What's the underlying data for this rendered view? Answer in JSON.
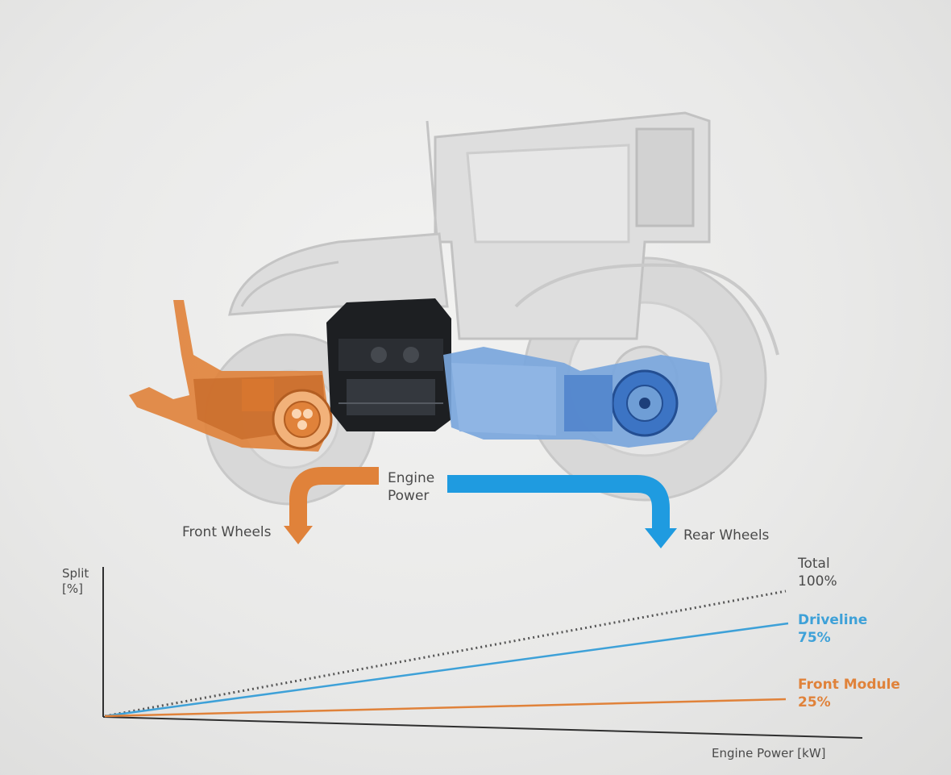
{
  "diagram": {
    "engine_power_line1": "Engine",
    "engine_power_line2": "Power",
    "front_wheels": "Front Wheels",
    "rear_wheels": "Rear Wheels"
  },
  "chart_data": {
    "type": "line",
    "ylabel_line1": "Split",
    "ylabel_line2": "[%]",
    "xlabel": "Engine Power [kW]",
    "series": [
      {
        "label_line1": "Total",
        "label_line2": "100%",
        "style": "dotted",
        "color": "#555555"
      },
      {
        "label_line1": "Driveline",
        "label_line2": "75%",
        "style": "solid",
        "color": "#3ea1d8"
      },
      {
        "label_line1": "Front Module",
        "label_line2": "25%",
        "style": "solid",
        "color": "#e0823a"
      }
    ]
  },
  "colors": {
    "orange": "#e0823a",
    "blue": "#1f9be0",
    "engine": "#1d1f22",
    "gearbox": "#6f9ed6",
    "ghost": "#c9c9c9"
  }
}
